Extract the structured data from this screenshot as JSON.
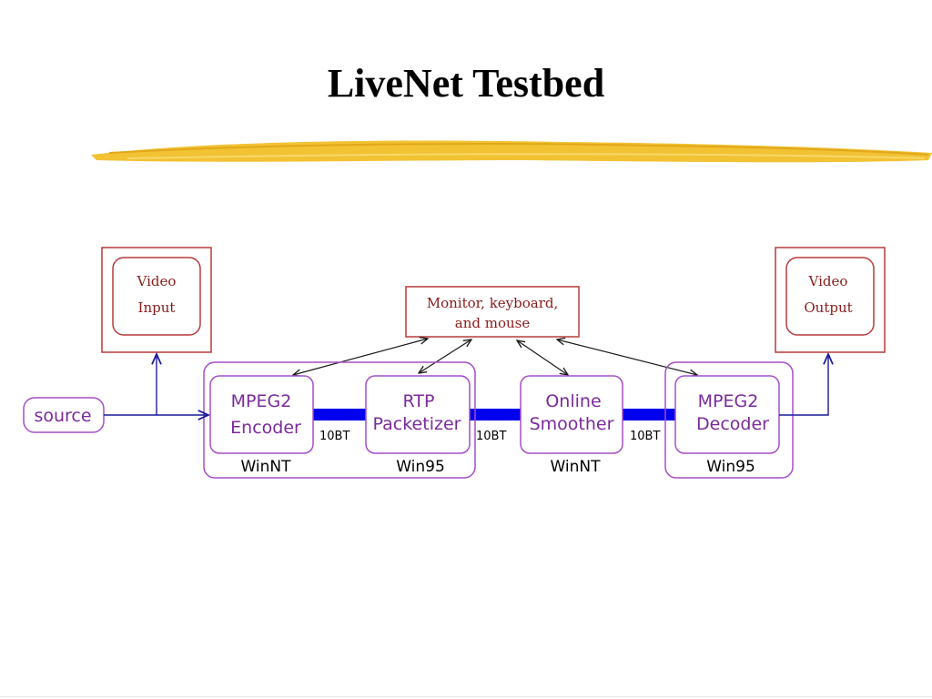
{
  "slide": {
    "title": "LiveNet Testbed"
  },
  "diagram": {
    "video_input": [
      "Video",
      "Input"
    ],
    "video_output": [
      "Video",
      "Output"
    ],
    "monitor": [
      "Monitor, keyboard,",
      "and mouse"
    ],
    "source": "source",
    "encoder": [
      "MPEG2",
      "Encoder"
    ],
    "packetizer": [
      "RTP",
      "Packetizer"
    ],
    "smoother": [
      "Online",
      "Smoother"
    ],
    "decoder": [
      "MPEG2",
      "Decoder"
    ],
    "links": [
      "10BT",
      "10BT",
      "10BT"
    ],
    "os_labels": [
      "WinNT",
      "Win95",
      "WinNT",
      "Win95"
    ]
  },
  "colors": {
    "purple": "#a64ec8",
    "red": "#b83a3a",
    "blue_link": "#0000ee",
    "flow_arrow": "#1a1a9c",
    "brush": "#f2c233"
  }
}
